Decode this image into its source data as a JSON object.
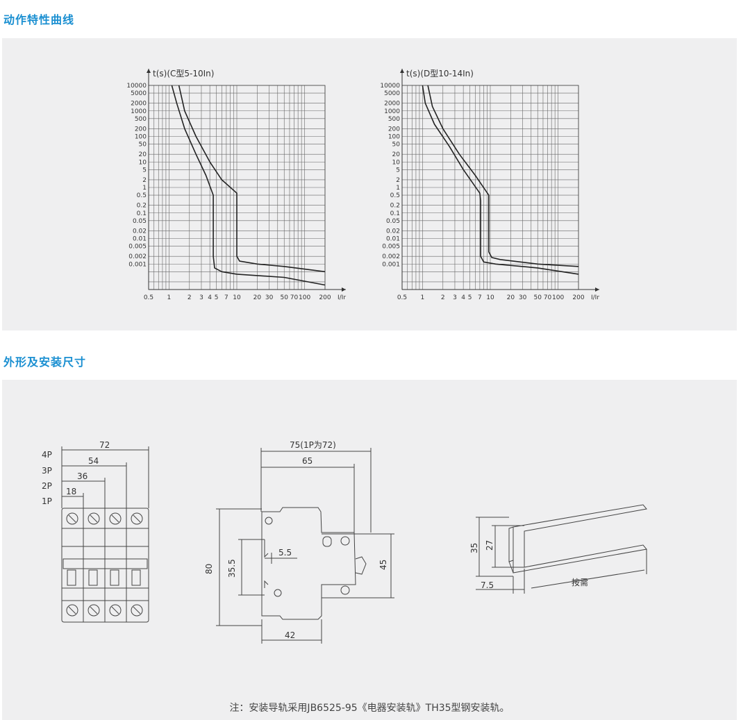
{
  "sections": {
    "curves_title": "动作特性曲线",
    "dims_title": "外形及安装尺寸"
  },
  "chart_data": [
    {
      "type": "line",
      "title": "t(s)(C型5-10In)",
      "xlabel": "I/Ir",
      "x_scale": "log",
      "y_scale": "log",
      "x_ticks": [
        "0.5",
        "1",
        "2",
        "3",
        "4",
        "5",
        "7",
        "10",
        "20",
        "30",
        "50",
        "70",
        "100",
        "200"
      ],
      "y_ticks": [
        "10000",
        "5000",
        "2000",
        "1000",
        "500",
        "200",
        "100",
        "50",
        "20",
        "10",
        "5",
        "2",
        "1",
        "0.5",
        "0.2",
        "0.1",
        "0.05",
        "0.02",
        "0.01",
        "0.005",
        "0.002",
        "0.001"
      ],
      "grid": true,
      "series": [
        {
          "x": [
            1.1,
            1.3,
            1.7,
            2.5,
            3.5,
            4.5,
            4.5,
            4.7,
            6,
            10,
            50,
            200
          ],
          "y": [
            10000,
            2000,
            200,
            20,
            3,
            0.5,
            0.002,
            0.0007,
            0.0005,
            0.0004,
            0.0003,
            0.00015
          ]
        },
        {
          "x": [
            1.4,
            1.7,
            2.5,
            4,
            6,
            10,
            10,
            11,
            20,
            50,
            200
          ],
          "y": [
            10000,
            1000,
            100,
            10,
            2,
            0.6,
            0.002,
            0.0013,
            0.001,
            0.0008,
            0.0005
          ]
        }
      ]
    },
    {
      "type": "line",
      "title": "t(s)(D型10-14In)",
      "xlabel": "I/Ir",
      "x_scale": "log",
      "y_scale": "log",
      "x_ticks": [
        "0.5",
        "1",
        "2",
        "3",
        "4",
        "5",
        "7",
        "10",
        "20",
        "30",
        "50",
        "70",
        "100",
        "200"
      ],
      "y_ticks": [
        "10000",
        "5000",
        "2000",
        "1000",
        "500",
        "200",
        "100",
        "50",
        "20",
        "10",
        "5",
        "2",
        "1",
        "0.5",
        "0.2",
        "0.1",
        "0.05",
        "0.02",
        "0.01",
        "0.005",
        "0.002",
        "0.001"
      ],
      "grid": true,
      "series": [
        {
          "x": [
            1,
            1.1,
            1.5,
            2.5,
            4,
            7,
            7.2,
            7.2,
            8,
            12,
            50,
            200
          ],
          "y": [
            10000,
            2000,
            300,
            40,
            5,
            0.6,
            0.3,
            0.002,
            0.0012,
            0.001,
            0.0007,
            0.0004
          ]
        },
        {
          "x": [
            1.2,
            1.4,
            2,
            3.5,
            6,
            9.5,
            9.5,
            10.5,
            14,
            50,
            200
          ],
          "y": [
            10000,
            1500,
            200,
            20,
            3,
            0.5,
            0.003,
            0.0018,
            0.0015,
            0.001,
            0.0008
          ]
        }
      ]
    }
  ],
  "front_view": {
    "pole_labels": [
      "4P",
      "3P",
      "2P",
      "1P"
    ],
    "widths": [
      "72",
      "54",
      "36",
      "18"
    ]
  },
  "side_view": {
    "top_overall": "75(1P为72)",
    "top_inner": "65",
    "height": "80",
    "rail": "35.5",
    "offset": "5.5",
    "right": "45",
    "bottom": "42"
  },
  "rail_view": {
    "h35": "35",
    "h27": "27",
    "w75": "7.5",
    "length": "按需"
  },
  "note": "注：安装导轨采用JB6525-95《电器安装轨》TH35型钢安装轨。",
  "colors": {
    "accent": "#1a8fd1",
    "panel": "#efeff0",
    "line": "#444444"
  }
}
